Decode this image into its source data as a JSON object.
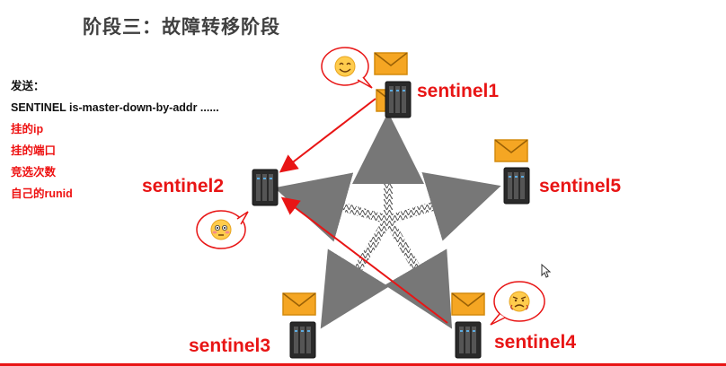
{
  "title": "阶段三：故障转移阶段",
  "notes": {
    "heading": "发送：",
    "command": "SENTINEL is-master-down-by-addr ......",
    "items": [
      "挂的ip",
      "挂的端口",
      "竞选次数",
      "自己的runid"
    ]
  },
  "nodes": [
    {
      "label": "sentinel1"
    },
    {
      "label": "sentinel2"
    },
    {
      "label": "sentinel3"
    },
    {
      "label": "sentinel4"
    },
    {
      "label": "sentinel5"
    }
  ],
  "colors": {
    "accent_red": "#e81515",
    "envelope": "#f5a623",
    "server": "#2a2a2a"
  },
  "icons": [
    "smile-emoji-icon",
    "flushed-emoji-icon",
    "angry-emoji-icon",
    "envelope-icon",
    "server-icon",
    "mouse-cursor-icon"
  ]
}
